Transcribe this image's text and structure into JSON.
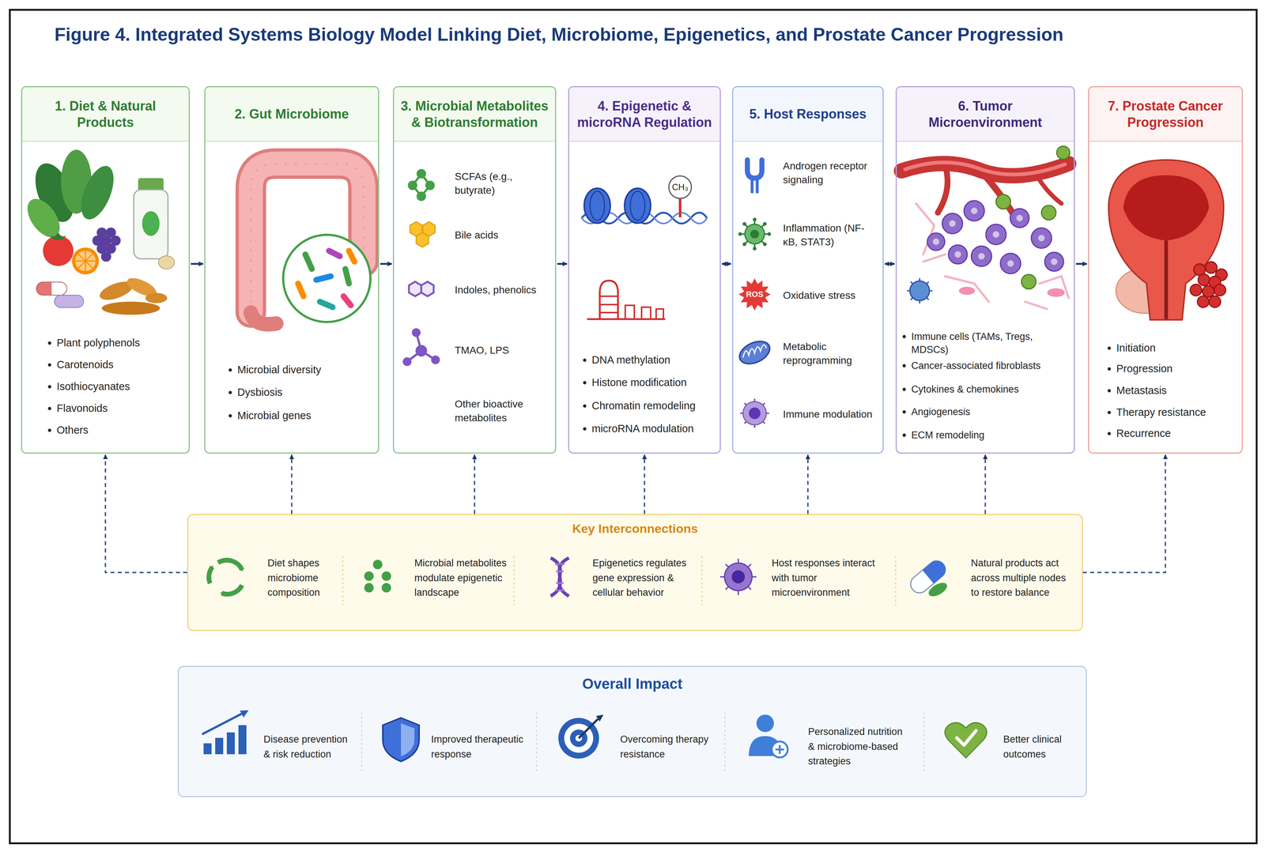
{
  "diagram": {
    "title": "Figure 4. Integrated Systems Biology Model Linking Diet, Microbiome, Epigenetics, and Prostate Cancer Progression",
    "nodes": [
      {
        "text": [
          "1. Diet & Natural Products",
          "Plant polyphenols",
          "Carotenoids",
          "Isothiocyanates",
          "Flavonoids",
          "Others"
        ]
      },
      {
        "text": [
          "2. Gut Microbiome",
          "Microbial diversity",
          "Dysbiosis",
          "Microbial genes"
        ]
      },
      {
        "text": [
          "3. Microbial Metabolites & Biotransformation",
          "SCFAs (e.g., butyrate)",
          "Bile acids",
          "Indoles, phenolics",
          "TMAO, LPS",
          "Other bioactive metabolites"
        ]
      },
      {
        "text": [
          "4. Epigenetic & microRNA Regulation",
          "DNA methylation",
          "Histone modification",
          "Chromatin remodeling",
          "microRNA modulation"
        ]
      },
      {
        "text": [
          "5. Host Responses",
          "Androgen receptor signaling",
          "Inflammation (NF-κB, STAT3)",
          "Oxidative stress",
          "Metabolic reprogramming",
          "Immune modulation"
        ]
      },
      {
        "text": [
          "6. Tumor Microenvironment",
          "Immune cells (TAMs, Tregs, MDSCs)",
          "Cancer-associated fibroblasts",
          "Cytokines & chemokines",
          "Angiogenesis",
          "ECM remodeling"
        ]
      },
      {
        "text": [
          "7. Prostate Cancer Progression",
          "Initiation",
          "Progression",
          "Metastasis",
          "Therapy resistance",
          "Recurrence"
        ]
      },
      {
        "text": [
          "Key Interconnections"
        ]
      },
      {
        "text": [
          "Diet shapes microbiome composition"
        ],
        "in": 7
      },
      {
        "text": [
          "Microbial metabolites modulate epigenetic landscape"
        ],
        "in": 7
      },
      {
        "text": [
          "Epigenetics regulates gene expression & cellular behavior"
        ],
        "in": 7
      },
      {
        "text": [
          "Host responses interact with tumor microenvironment"
        ],
        "in": 7
      },
      {
        "text": [
          "Natural products act across multiple nodes to restore balance"
        ],
        "in": 7
      },
      {
        "text": [
          "Overall Impact"
        ]
      },
      {
        "text": [
          "Disease prevention & risk reduction"
        ],
        "in": 13
      },
      {
        "text": [
          "Improved therapeutic response"
        ],
        "in": 13
      },
      {
        "text": [
          "Overcoming therapy resistance"
        ],
        "in": 13
      },
      {
        "text": [
          "Personalized nutrition & microbiome-based strategies"
        ],
        "in": 13
      },
      {
        "text": [
          "Better clinical outcomes"
        ],
        "in": 13
      }
    ],
    "edges": [
      {
        "from": 0,
        "to": 1,
        "arrow": "to"
      },
      {
        "from": 1,
        "to": 2,
        "arrow": "to"
      },
      {
        "from": 2,
        "to": 3,
        "arrow": "to"
      },
      {
        "from": 3,
        "to": 4,
        "arrow": "both"
      },
      {
        "from": 4,
        "to": 5,
        "arrow": "both"
      },
      {
        "from": 5,
        "to": 6,
        "arrow": "to"
      },
      {
        "from": 7,
        "to": 0,
        "arrow": "to"
      },
      {
        "from": 7,
        "to": 1,
        "arrow": "to"
      },
      {
        "from": 7,
        "to": 2,
        "arrow": "to"
      },
      {
        "from": 7,
        "to": 3,
        "arrow": "to"
      },
      {
        "from": 7,
        "to": 4,
        "arrow": "to"
      },
      {
        "from": 7,
        "to": 5,
        "arrow": "to"
      },
      {
        "from": 7,
        "to": 6,
        "arrow": "to"
      }
    ],
    "labels": [
      "CH₃",
      "ROS"
    ]
  }
}
